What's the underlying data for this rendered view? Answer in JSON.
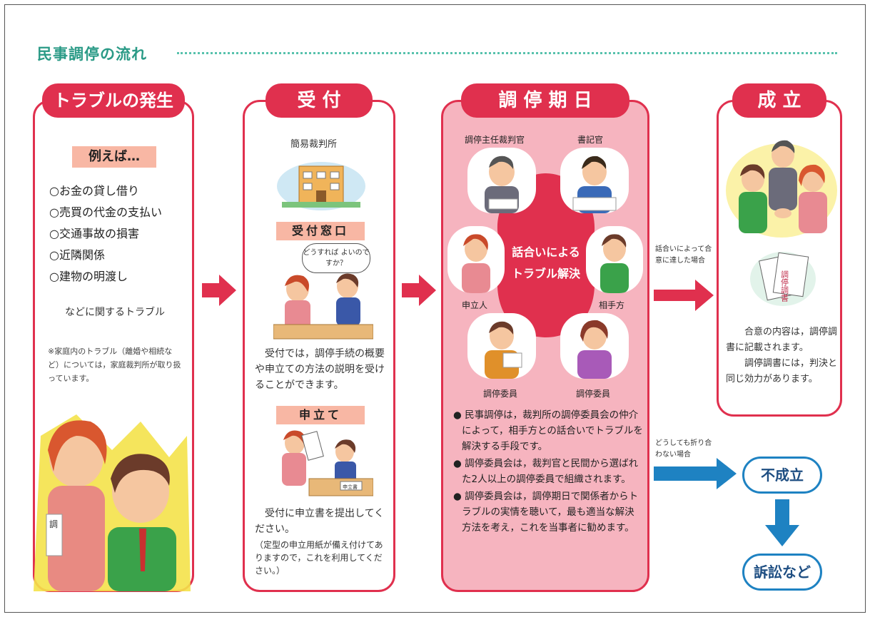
{
  "title": "民事調停の流れ",
  "trouble": {
    "title": "トラブルの発生",
    "tag": "例えば…",
    "items": [
      "○お金の貸し借り",
      "○売買の代金の支払い",
      "○交通事故の損害",
      "○近隣関係",
      "○建物の明渡し"
    ],
    "suffix": "などに関するトラブル",
    "note": "※家庭内のトラブル（離婚や相続など）については，家庭裁判所が取り扱っています。"
  },
  "uketsuke": {
    "title": "受 付",
    "court": "簡易裁判所",
    "window_tag": "受付窓口",
    "bubble": "どうすれば よいのですか？",
    "desc": "受付では，調停手続の概要や申立ての方法の説明を受けることができます。",
    "moushitate_tag": "申立て",
    "paper_label": "申立書",
    "desc2": "受付に申立書を提出してください。",
    "note": "（定型の申立用紙が備え付けてありますので，これを利用してください。）"
  },
  "chotei": {
    "title": "調 停 期 日",
    "center": "話合いによる トラブル解決",
    "judge": "調停主任裁判官",
    "clerk": "書記官",
    "applicant": "申立人",
    "opponent": "相手方",
    "member1": "調停委員",
    "member2": "調停委員",
    "bullets": [
      "民事調停は，裁判所の調停委員会の仲介によって，相手方との話合いでトラブルを解決する手段です。",
      "調停委員会は，裁判官と民間から選ばれた2人以上の調停委員で組織されます。",
      "調停委員会は，調停期日で関係者からトラブルの実情を聴いて，最も適当な解決方法を考え，これを当事者に勧めます。"
    ]
  },
  "seiritsu": {
    "title": "成 立",
    "document": "調停調書",
    "desc": "合意の内容は，調停調書に記載されます。",
    "desc2": "調停調書には，判決と同じ効力があります。"
  },
  "agree_note": "話合いによって合意に達した場合",
  "fail_note": "どうしても折り合わない場合",
  "fuseiritsu": "不成立",
  "soshou": "訴訟など",
  "colors": {
    "red": "#e0304e",
    "pink": "#f6b4bf",
    "teal": "#2a9a86",
    "blue": "#1e82c2",
    "tag": "#f8b7a4"
  }
}
